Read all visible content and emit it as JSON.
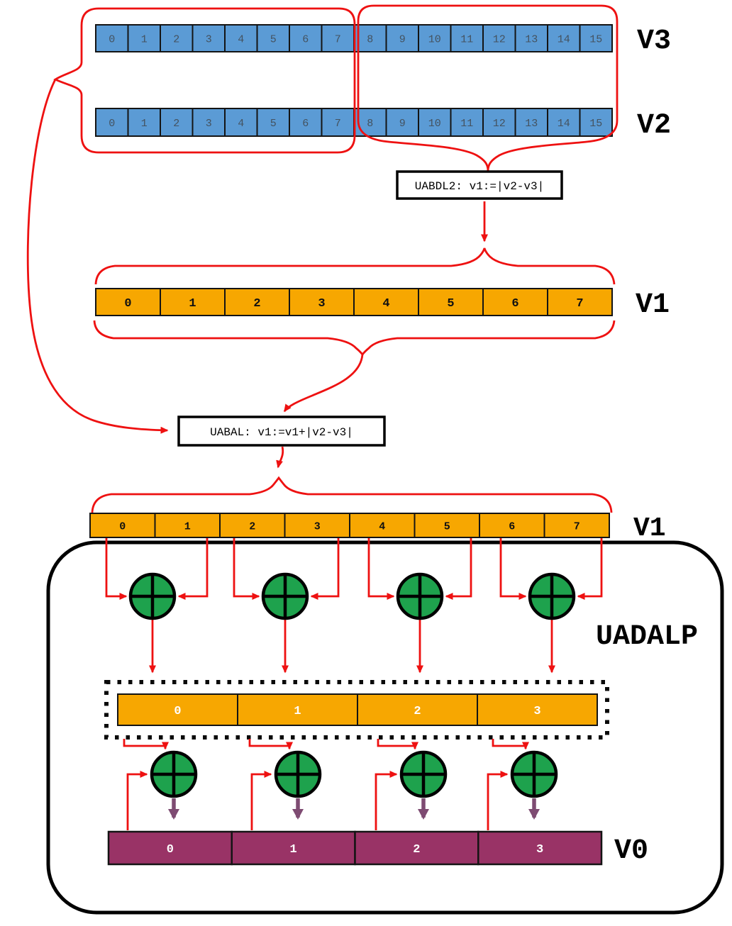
{
  "diagram": {
    "title_domain": "SIMD absolute-difference accumulate data flow",
    "registers": {
      "v3": {
        "label": "V3",
        "cells": [
          "0",
          "1",
          "2",
          "3",
          "4",
          "5",
          "6",
          "7",
          "8",
          "9",
          "10",
          "11",
          "12",
          "13",
          "14",
          "15"
        ]
      },
      "v2": {
        "label": "V2",
        "cells": [
          "0",
          "1",
          "2",
          "3",
          "4",
          "5",
          "6",
          "7",
          "8",
          "9",
          "10",
          "11",
          "12",
          "13",
          "14",
          "15"
        ]
      },
      "v1_wide": {
        "label": "V1",
        "cells": [
          "0",
          "1",
          "2",
          "3",
          "4",
          "5",
          "6",
          "7"
        ]
      },
      "v1_accum": {
        "label": "V1",
        "cells": [
          "0",
          "1",
          "2",
          "3",
          "4",
          "5",
          "6",
          "7"
        ]
      },
      "pair_sum": {
        "cells": [
          "0",
          "1",
          "2",
          "3"
        ]
      },
      "v0": {
        "label": "V0",
        "cells": [
          "0",
          "1",
          "2",
          "3"
        ]
      }
    },
    "instructions": {
      "uabdl2": "UABDL2:  v1:=|v2-v3|",
      "uabal": "UABAL:  v1:=v1+|v2-v3|",
      "uadalp_block_label": "UADALP"
    },
    "colors": {
      "cell_blue": "#5b9bd5",
      "cell_orange": "#f7a701",
      "cell_purple": "#993366",
      "adder_green": "#1ea24d",
      "line_red": "#ee1111",
      "arrow_purple": "#7e4b72",
      "outline_black": "#141414",
      "blue_digit": "#44525f"
    }
  }
}
